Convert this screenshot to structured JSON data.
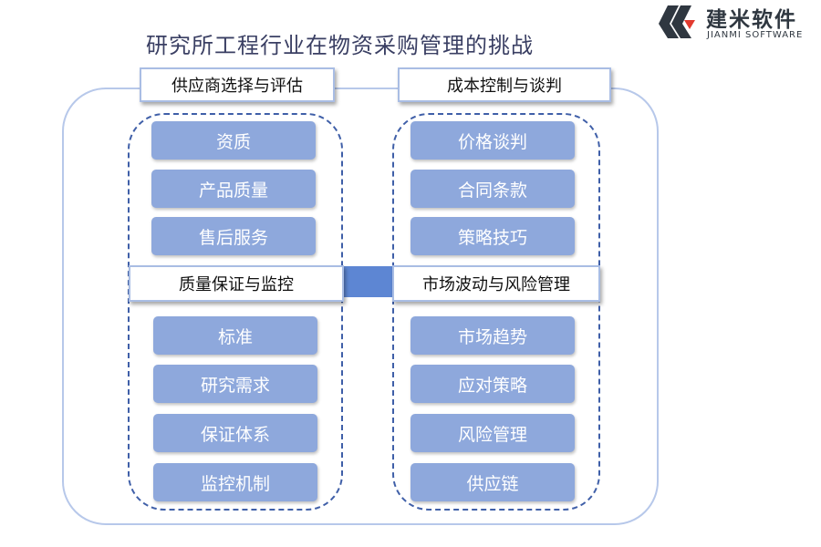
{
  "title": "研究所工程行业在物资采购管理的挑战",
  "logo": {
    "name": "建米软件",
    "sub": "JIANMI SOFTWARE"
  },
  "groups": {
    "top_left": {
      "header": "供应商选择与评估",
      "items": [
        "资质",
        "产品质量",
        "售后服务"
      ]
    },
    "top_right": {
      "header": "成本控制与谈判",
      "items": [
        "价格谈判",
        "合同条款",
        "策略技巧"
      ]
    },
    "bottom_left": {
      "header": "质量保证与监控",
      "items": [
        "标准",
        "研究需求",
        "保证体系",
        "监控机制"
      ]
    },
    "bottom_right": {
      "header": "市场波动与风险管理",
      "items": [
        "市场趋势",
        "应对策略",
        "风险管理",
        "供应链"
      ]
    }
  },
  "colors": {
    "title": "#3a3f63",
    "item_fill": "#8ea8dc",
    "dash_border": "#3f5fa8",
    "outer_border": "#b7c8ea",
    "connector": "#5d86d3"
  }
}
